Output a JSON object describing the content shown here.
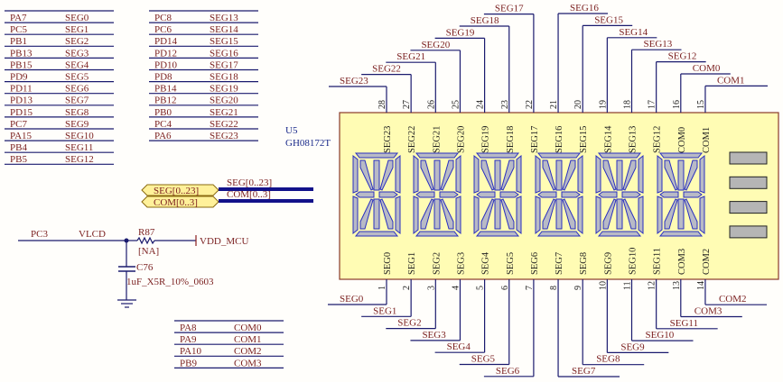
{
  "seg_table_1": {
    "rows": [
      {
        "port": "PA7",
        "signal": "SEG0"
      },
      {
        "port": "PC5",
        "signal": "SEG1"
      },
      {
        "port": "PB1",
        "signal": "SEG2"
      },
      {
        "port": "PB13",
        "signal": "SEG3"
      },
      {
        "port": "PB15",
        "signal": "SEG4"
      },
      {
        "port": "PD9",
        "signal": "SEG5"
      },
      {
        "port": "PD11",
        "signal": "SEG6"
      },
      {
        "port": "PD13",
        "signal": "SEG7"
      },
      {
        "port": "PD15",
        "signal": "SEG8"
      },
      {
        "port": "PC7",
        "signal": "SEG9"
      },
      {
        "port": "PA15",
        "signal": "SEG10"
      },
      {
        "port": "PB4",
        "signal": "SEG11"
      },
      {
        "port": "PB5",
        "signal": "SEG12"
      }
    ]
  },
  "seg_table_2": {
    "rows": [
      {
        "port": "PC8",
        "signal": "SEG13"
      },
      {
        "port": "PC6",
        "signal": "SEG14"
      },
      {
        "port": "PD14",
        "signal": "SEG15"
      },
      {
        "port": "PD12",
        "signal": "SEG16"
      },
      {
        "port": "PD10",
        "signal": "SEG17"
      },
      {
        "port": "PD8",
        "signal": "SEG18"
      },
      {
        "port": "PB14",
        "signal": "SEG19"
      },
      {
        "port": "PB12",
        "signal": "SEG20"
      },
      {
        "port": "PB0",
        "signal": "SEG21"
      },
      {
        "port": "PC4",
        "signal": "SEG22"
      },
      {
        "port": "PA6",
        "signal": "SEG23"
      }
    ]
  },
  "com_table": {
    "rows": [
      {
        "port": "PA8",
        "signal": "COM0"
      },
      {
        "port": "PA9",
        "signal": "COM1"
      },
      {
        "port": "PA10",
        "signal": "COM2"
      },
      {
        "port": "PB9",
        "signal": "COM3"
      }
    ]
  },
  "ports": {
    "seg_port": "SEG[0..23]",
    "com_port": "COM[0..3]",
    "seg_bus_label": "SEG[0..23]",
    "com_bus_label": "COM[0..3]"
  },
  "vlcd_circuit": {
    "pin_label": "PC3",
    "net_label": "VLCD",
    "resistor_ref": "R87",
    "resistor_value": "[NA]",
    "power_label": "VDD_MCU",
    "cap_ref": "C76",
    "cap_value": "1uF_X5R_10%_0603"
  },
  "lcd": {
    "ref": "U5",
    "part": "GH08172T",
    "digit_count": 6,
    "indicator_bars": 4,
    "top_pins": [
      {
        "num": "28",
        "name": "SEG23",
        "net": "SEG23"
      },
      {
        "num": "27",
        "name": "SEG22",
        "net": "SEG22"
      },
      {
        "num": "26",
        "name": "SEG21",
        "net": "SEG21"
      },
      {
        "num": "25",
        "name": "SEG20",
        "net": "SEG20"
      },
      {
        "num": "24",
        "name": "SEG19",
        "net": "SEG19"
      },
      {
        "num": "23",
        "name": "SEG18",
        "net": "SEG18"
      },
      {
        "num": "22",
        "name": "SEG17",
        "net": "SEG17"
      },
      {
        "num": "21",
        "name": "SEG16",
        "net": "SEG16"
      },
      {
        "num": "20",
        "name": "SEG15",
        "net": "SEG15"
      },
      {
        "num": "19",
        "name": "SEG14",
        "net": "SEG14"
      },
      {
        "num": "18",
        "name": "SEG13",
        "net": "SEG13"
      },
      {
        "num": "17",
        "name": "SEG12",
        "net": "SEG12"
      },
      {
        "num": "16",
        "name": "COM0",
        "net": "COM0"
      },
      {
        "num": "15",
        "name": "COM1",
        "net": "COM1"
      }
    ],
    "bottom_pins": [
      {
        "num": "1",
        "name": "SEG0",
        "net": "SEG0"
      },
      {
        "num": "2",
        "name": "SEG1",
        "net": "SEG1"
      },
      {
        "num": "3",
        "name": "SEG2",
        "net": "SEG2"
      },
      {
        "num": "4",
        "name": "SEG3",
        "net": "SEG3"
      },
      {
        "num": "5",
        "name": "SEG4",
        "net": "SEG4"
      },
      {
        "num": "6",
        "name": "SEG5",
        "net": "SEG5"
      },
      {
        "num": "7",
        "name": "SEG6",
        "net": "SEG6"
      },
      {
        "num": "8",
        "name": "SEG7",
        "net": "SEG7"
      },
      {
        "num": "9",
        "name": "SEG8",
        "net": "SEG8"
      },
      {
        "num": "10",
        "name": "SEG9",
        "net": "SEG9"
      },
      {
        "num": "11",
        "name": "SEG10",
        "net": "SEG10"
      },
      {
        "num": "12",
        "name": "SEG11",
        "net": "SEG11"
      },
      {
        "num": "13",
        "name": "COM3",
        "net": "COM3"
      },
      {
        "num": "14",
        "name": "COM2",
        "net": "COM2"
      }
    ]
  }
}
